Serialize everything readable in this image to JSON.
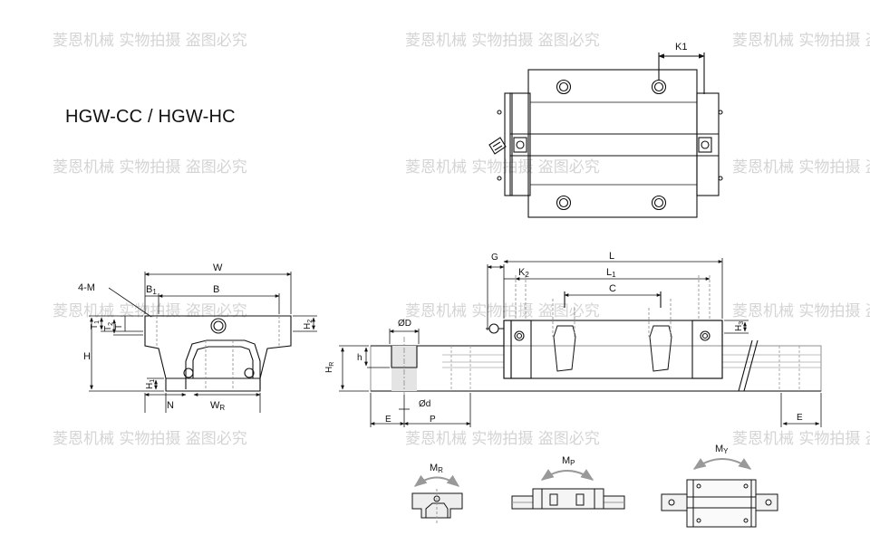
{
  "title": "HGW-CC / HGW-HC",
  "watermark": "菱恩机械 实物拍摄 盗图必究",
  "labels": {
    "K1": "K1",
    "W": "W",
    "B": "B",
    "B1": "B",
    "B1_sub": "1",
    "four_m": "4-M",
    "T1": "T",
    "T1_sub": "1",
    "T2": "T",
    "T2_sub": "2",
    "T": "T",
    "H": "H",
    "H1": "H",
    "H1_sub": "1",
    "H2": "H",
    "H2_sub": "2",
    "N": "N",
    "WR": "W",
    "WR_sub": "R",
    "G": "G",
    "L": "L",
    "K2": "K",
    "K2_sub": "2",
    "L1": "L",
    "L1_sub": "1",
    "C": "C",
    "H3": "H",
    "H3_sub": "3",
    "D": "ØD",
    "h": "h",
    "HR": "H",
    "HR_sub": "R",
    "d": "Ød",
    "E_left": "E",
    "P": "P",
    "E_right": "E",
    "MR": "M",
    "MR_sub": "R",
    "MP": "M",
    "MP_sub": "P",
    "MY": "M",
    "MY_sub": "Y"
  }
}
